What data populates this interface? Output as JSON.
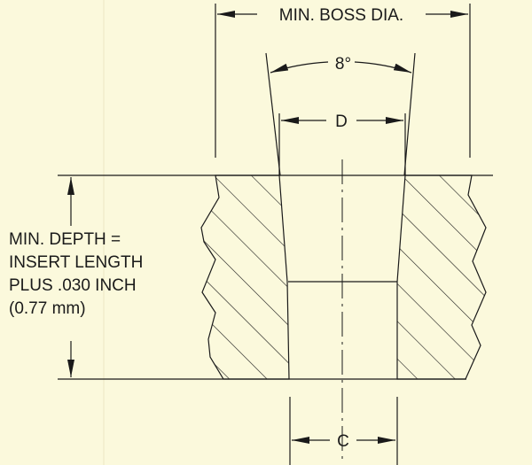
{
  "labels": {
    "boss_dia": "MIN. BOSS DIA.",
    "angle": "8°",
    "d": "D",
    "c": "C",
    "depth_lines": [
      "MIN. DEPTH =",
      "INSERT LENGTH",
      "PLUS .030 INCH",
      "(0.77 mm)"
    ]
  },
  "colors": {
    "background": "#fbf9dc",
    "line": "#1a1a1a"
  }
}
